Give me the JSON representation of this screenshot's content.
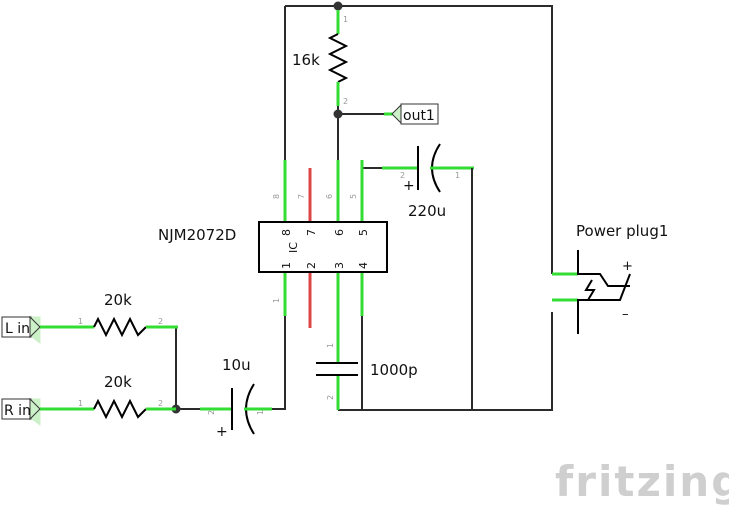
{
  "components": {
    "resistor_top": {
      "value": "16k",
      "pin1": "1",
      "pin2": "2"
    },
    "resistor_l": {
      "value": "20k",
      "pin1": "1",
      "pin2": "2"
    },
    "resistor_r": {
      "value": "20k",
      "pin1": "1",
      "pin2": "2"
    },
    "cap_top": {
      "value": "220u",
      "pin1": "1",
      "pin2": "2",
      "polarity": "+"
    },
    "cap_in": {
      "value": "10u",
      "pin1": "1",
      "pin2": "2",
      "polarity": "+"
    },
    "cap_small": {
      "value": "1000p",
      "pin1": "1",
      "pin2": "2"
    },
    "ic": {
      "name": "NJM2072D",
      "body_label": "IC",
      "top_pins": [
        "8",
        "7",
        "6",
        "5"
      ],
      "bottom_pins": [
        "1",
        "2",
        "3",
        "4"
      ]
    },
    "power_plug": {
      "name": "Power plug1",
      "plus": "+",
      "minus": "–"
    }
  },
  "ports": {
    "out": "out1",
    "l_in": "L in",
    "r_in": "R in"
  },
  "logo": "fritzing",
  "colors": {
    "wire": "#2b2b2b",
    "connected_leg": "#33dd33",
    "unconnected_leg": "#dd4444",
    "port_fill": "#ccf0c8"
  }
}
